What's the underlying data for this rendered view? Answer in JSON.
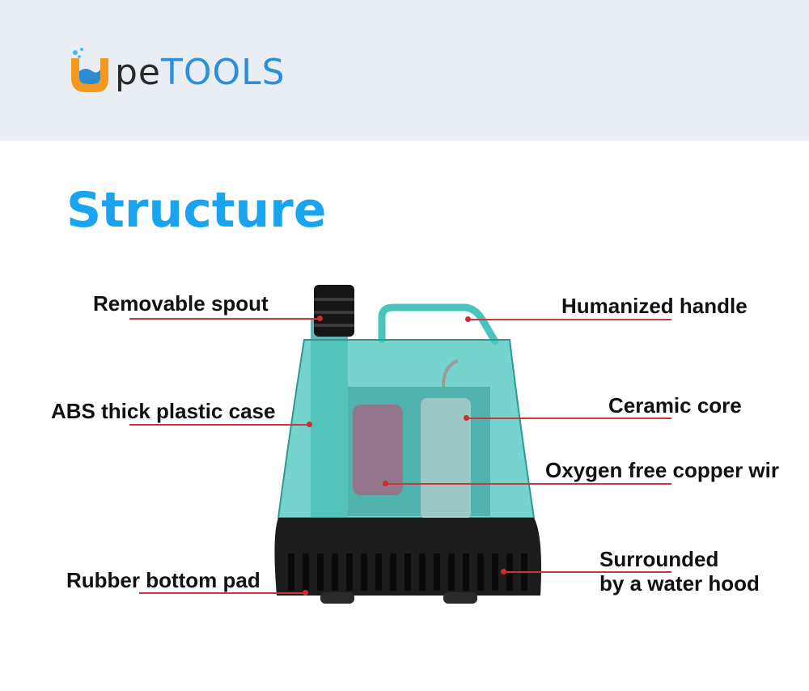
{
  "brand": {
    "logo_icon": "water-drop-u-logo",
    "logo_text_dark": "pe",
    "logo_text_blue": "TOOLS"
  },
  "page": {
    "title": "Structure",
    "title_color": "#1aa3ee",
    "header_background": "#e9edf4"
  },
  "callouts": {
    "removable_spout": "Removable spout",
    "humanized_handle": "Humanized handle",
    "abs_case": "ABS thick plastic case",
    "ceramic_core": "Ceramic core",
    "copper_wire": "Oxygen free copper wir",
    "rubber_pad": "Rubber bottom pad",
    "water_hood_line1": "Surrounded",
    "water_hood_line2": "by a water hood"
  },
  "colors": {
    "pump_body": "#3fb9b3",
    "pump_base": "#1f1f1f",
    "leader_line": "#c23a3a"
  }
}
